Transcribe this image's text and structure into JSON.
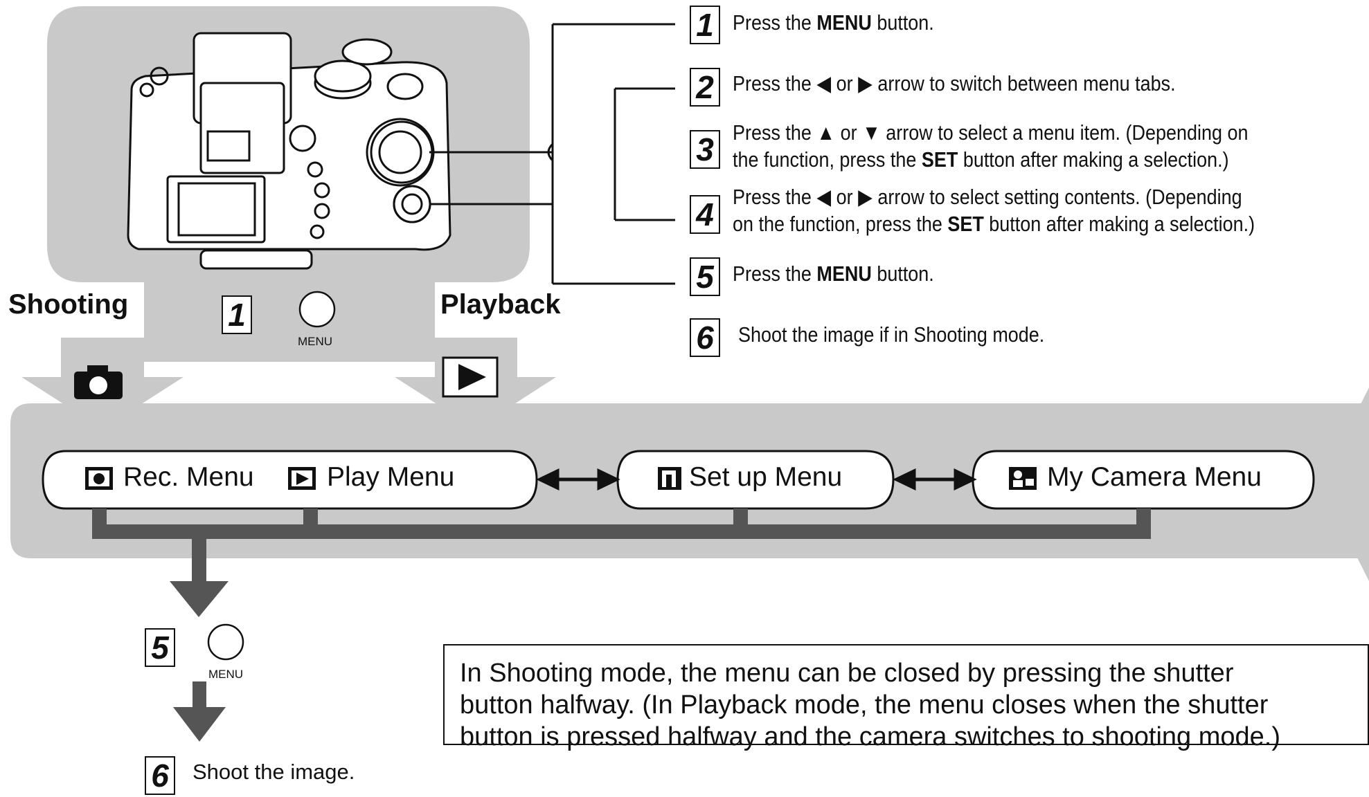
{
  "steps": [
    {
      "num": "1",
      "parts": [
        "Press the ",
        "MENU",
        " button."
      ]
    },
    {
      "num": "2",
      "parts": [
        "Press the ",
        "◀",
        " or ",
        "▶",
        " arrow to switch between menu tabs."
      ]
    },
    {
      "num": "3",
      "line1": [
        "Press the ",
        "▲",
        " or ",
        "▼",
        " arrow to select a menu item. (Depending on"
      ],
      "line2": [
        "the function, press the ",
        "SET",
        " button after making a selection.)"
      ]
    },
    {
      "num": "4",
      "line1": [
        "Press the ",
        "◀",
        " or ",
        "▶",
        " arrow to select setting contents. (Depending"
      ],
      "line2": [
        "on the function, press the ",
        "SET",
        " button after making a selection.)"
      ]
    },
    {
      "num": "5",
      "parts": [
        "Press the ",
        "MENU",
        " button."
      ]
    },
    {
      "num": "6",
      "text": "Shoot the image if in Shooting mode."
    }
  ],
  "modes": {
    "shooting": "Shooting",
    "playback": "Playback"
  },
  "menu_button": {
    "step": "1",
    "caption": "MENU"
  },
  "tabs": {
    "rec": "Rec. Menu",
    "play": "Play Menu",
    "setup": "Set up Menu",
    "mycamera": "My Camera Menu"
  },
  "bottom_flow": {
    "step5": "5",
    "menu_caption": "MENU",
    "step6": "6",
    "shoot_text": "Shoot the image."
  },
  "note": {
    "line1": "In Shooting mode, the menu can be closed by pressing the shutter",
    "line2": "button halfway. (In Playback mode, the menu closes when the shutter",
    "line3": "button is pressed halfway and the camera switches to shooting mode.)"
  },
  "colors": {
    "panel_gray": "#c9c9c9",
    "dark_gray": "#555555",
    "line": "#111111"
  }
}
